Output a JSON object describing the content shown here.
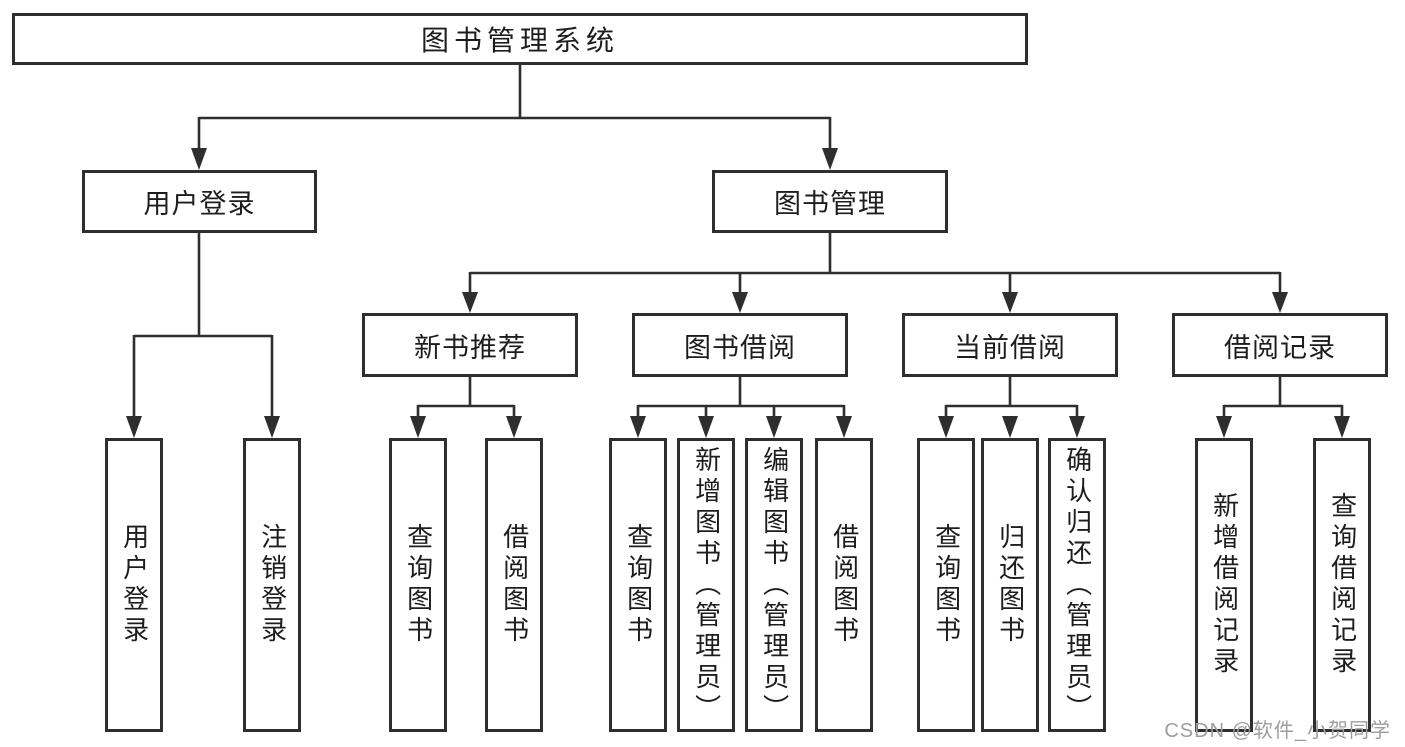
{
  "tree": {
    "label": "图书管理系统",
    "children": [
      {
        "label": "用户登录",
        "children": [
          {
            "label": "用户登录"
          },
          {
            "label": "注销登录"
          }
        ]
      },
      {
        "label": "图书管理",
        "children": [
          {
            "label": "新书推荐",
            "children": [
              {
                "label": "查询图书"
              },
              {
                "label": "借阅图书"
              }
            ]
          },
          {
            "label": "图书借阅",
            "children": [
              {
                "label": "查询图书"
              },
              {
                "label": "新增图书（管理员）"
              },
              {
                "label": "编辑图书（管理员）"
              },
              {
                "label": "借阅图书"
              }
            ]
          },
          {
            "label": "当前借阅",
            "children": [
              {
                "label": "查询图书"
              },
              {
                "label": "归还图书"
              },
              {
                "label": "确认归还（管理员）"
              }
            ]
          },
          {
            "label": "借阅记录",
            "children": [
              {
                "label": "新增借阅记录"
              },
              {
                "label": "查询借阅记录"
              }
            ]
          }
        ]
      }
    ]
  },
  "watermark": {
    "text": "CSDN @软件_小贺同学"
  },
  "colors": {
    "line": "#2e2e2e",
    "border": "#2e2e2e",
    "text": "#1d1d1f",
    "watermark": "#9e9e9e",
    "background": "#ffffff"
  }
}
